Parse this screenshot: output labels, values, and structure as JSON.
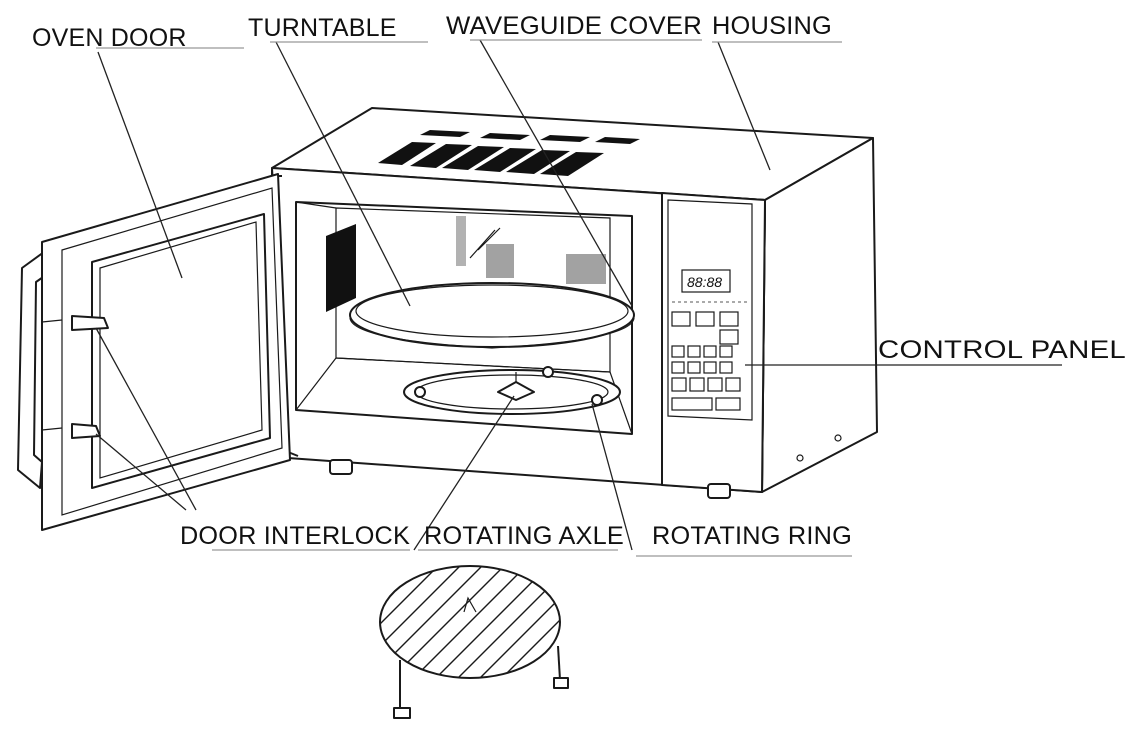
{
  "labels": {
    "oven_door": "OVEN DOOR",
    "turntable": "TURNTABLE",
    "waveguide_cover": "WAVEGUIDE COVER",
    "housing": "HOUSING",
    "control_panel": "CONTROL PANEL",
    "door_interlock": "DOOR INTERLOCK",
    "rotating_axle": "ROTATING AXLE",
    "rotating_ring": "ROTATING RING"
  },
  "display": {
    "readout": "88:88"
  },
  "colors": {
    "line": "#1a1a1a",
    "background": "#ffffff",
    "underline": "#999999"
  }
}
